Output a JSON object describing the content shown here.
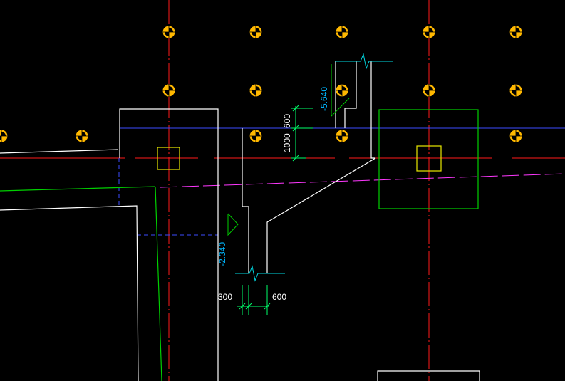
{
  "drawing": {
    "background": "#000000",
    "colors": {
      "axis": "#ff1a1a",
      "outline": "#ffffff",
      "cap": "#00d000",
      "slab_line": "#3b4cff",
      "beam_line": "#ff38ff",
      "elevation": "#00b7ff",
      "column": "#e8e800",
      "marker": "#ffb800",
      "dimension": "#00ff6a",
      "dim_text": "#ffffff"
    },
    "marker_icon": "survey-target-icon",
    "elevations": {
      "upper": "-5.640",
      "lower": "-2.340"
    },
    "dimensions": {
      "height_top": "600",
      "height_bottom": "1000",
      "width_left": "300",
      "width_right": "600"
    }
  }
}
